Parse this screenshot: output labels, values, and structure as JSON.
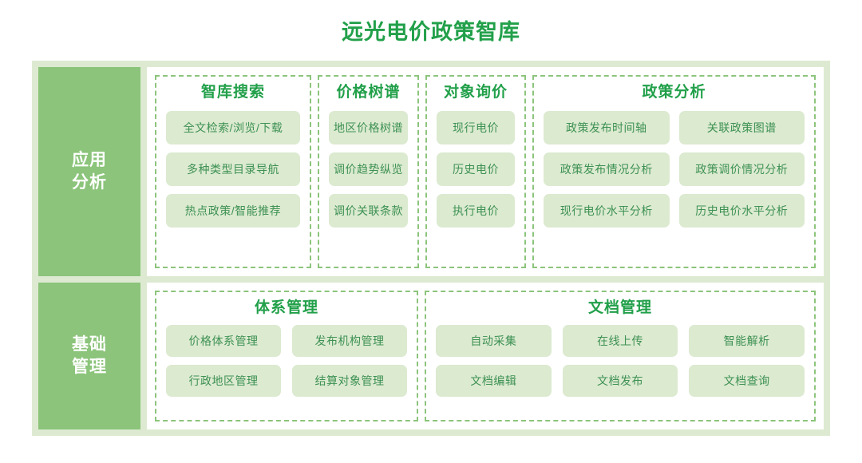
{
  "header": {
    "title": "远光电价政策智库",
    "title_color": "#22a04a"
  },
  "theme": {
    "frame_bg": "#ddead1",
    "sidebar_bg": "#8bc47a",
    "panel_bg": "#ffffff",
    "dashed_border": "#8cc47b",
    "chip_bg": "#dcead0",
    "chip_text": "#3d9153",
    "group_title": "#22a04a"
  },
  "bands": [
    {
      "sidebar": {
        "label": "应用\n分析",
        "line1": "应用",
        "line2": "分析"
      },
      "groups": [
        {
          "title": "智库搜索",
          "columns": 1,
          "items": [
            "全文检索/浏览/下载",
            "多种类型目录导航",
            "热点政策/智能推荐"
          ]
        },
        {
          "title": "价格树谱",
          "columns": 1,
          "items": [
            "地区价格树谱",
            "调价趋势纵览",
            "调价关联条款"
          ]
        },
        {
          "title": "对象询价",
          "columns": 1,
          "items": [
            "现行电价",
            "历史电价",
            "执行电价"
          ]
        },
        {
          "title": "政策分析",
          "columns": 2,
          "items": [
            "政策发布时间轴",
            "关联政策图谱",
            "政策发布情况分析",
            "政策调价情况分析",
            "现行电价水平分析",
            "历史电价水平分析"
          ]
        }
      ]
    },
    {
      "sidebar": {
        "label": "基础\n管理",
        "line1": "基础",
        "line2": "管理"
      },
      "groups": [
        {
          "title": "体系管理",
          "columns": 2,
          "items": [
            "价格体系管理",
            "发布机构管理",
            "行政地区管理",
            "结算对象管理"
          ]
        },
        {
          "title": "文档管理",
          "columns": 3,
          "items": [
            "自动采集",
            "在线上传",
            "智能解析",
            "文档编辑",
            "文档发布",
            "文档查询"
          ]
        }
      ]
    }
  ]
}
